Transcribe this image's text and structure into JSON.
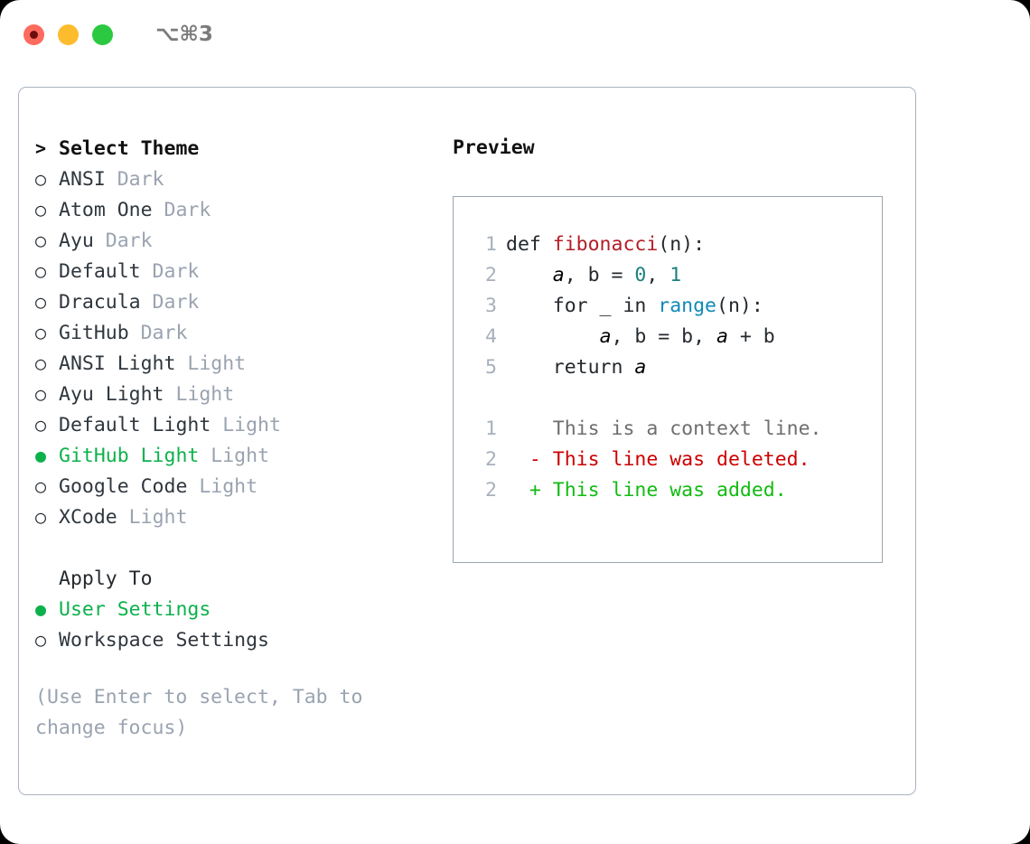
{
  "titlebar": {
    "shortcut": "⌥⌘3",
    "lights": [
      "close-red",
      "minimize-yellow",
      "maximize-green"
    ]
  },
  "theme_list": {
    "header_marker": ">",
    "header_label": "Select Theme",
    "marker_unselected": "○",
    "marker_selected": "●",
    "items": [
      {
        "name": "ANSI",
        "kind": "Dark",
        "selected": false
      },
      {
        "name": "Atom One",
        "kind": "Dark",
        "selected": false
      },
      {
        "name": "Ayu",
        "kind": "Dark",
        "selected": false
      },
      {
        "name": "Default",
        "kind": "Dark",
        "selected": false
      },
      {
        "name": "Dracula",
        "kind": "Dark",
        "selected": false
      },
      {
        "name": "GitHub",
        "kind": "Dark",
        "selected": false
      },
      {
        "name": "ANSI Light",
        "kind": "Light",
        "selected": false
      },
      {
        "name": "Ayu Light",
        "kind": "Light",
        "selected": false
      },
      {
        "name": "Default Light",
        "kind": "Light",
        "selected": false
      },
      {
        "name": "GitHub Light",
        "kind": "Light",
        "selected": true
      },
      {
        "name": "Google Code",
        "kind": "Light",
        "selected": false
      },
      {
        "name": "XCode",
        "kind": "Light",
        "selected": false
      }
    ]
  },
  "apply_to": {
    "header_label": "Apply To",
    "items": [
      {
        "name": "User Settings",
        "selected": true
      },
      {
        "name": "Workspace Settings",
        "selected": false
      }
    ]
  },
  "hint": "(Use Enter to select, Tab to change focus)",
  "preview": {
    "title": "Preview",
    "code_lines": [
      {
        "num": "1",
        "indent": "",
        "parts": [
          {
            "t": "def ",
            "c": "code-text"
          },
          {
            "t": "fibonacci",
            "c": "tok-fn"
          },
          {
            "t": "(n):",
            "c": "code-text"
          }
        ]
      },
      {
        "num": "2",
        "indent": "    ",
        "parts": [
          {
            "t": "a",
            "c": "tok-var"
          },
          {
            "t": ", ",
            "c": "code-text"
          },
          {
            "t": "b",
            "c": "code-text"
          },
          {
            "t": " = ",
            "c": "code-text"
          },
          {
            "t": "0",
            "c": "tok-num"
          },
          {
            "t": ", ",
            "c": "code-text"
          },
          {
            "t": "1",
            "c": "tok-num"
          }
        ]
      },
      {
        "num": "3",
        "indent": "    ",
        "parts": [
          {
            "t": "for _ in ",
            "c": "code-text"
          },
          {
            "t": "range",
            "c": "tok-call"
          },
          {
            "t": "(n):",
            "c": "code-text"
          }
        ]
      },
      {
        "num": "4",
        "indent": "        ",
        "parts": [
          {
            "t": "a",
            "c": "tok-var"
          },
          {
            "t": ", b = b, ",
            "c": "code-text"
          },
          {
            "t": "a",
            "c": "tok-var"
          },
          {
            "t": " + b",
            "c": "code-text"
          }
        ]
      },
      {
        "num": "5",
        "indent": "    ",
        "parts": [
          {
            "t": "return ",
            "c": "code-text"
          },
          {
            "t": "a",
            "c": "tok-var"
          }
        ]
      }
    ],
    "diff_lines": [
      {
        "num": "1",
        "sign": " ",
        "text": "This is a context line.",
        "cls": "diff-context"
      },
      {
        "num": "2",
        "sign": "-",
        "text": "This line was deleted.",
        "cls": "diff-del"
      },
      {
        "num": "2",
        "sign": "+",
        "text": "This line was added.",
        "cls": "diff-add"
      }
    ]
  },
  "colors": {
    "accent_green": "#0db14b",
    "diff_add": "#11bb11",
    "diff_del": "#cc0000",
    "muted": "#9aa3b0",
    "border": "#aab4c0",
    "syntax_function": "#b31d28",
    "syntax_number": "#1a7f7f",
    "syntax_call": "#1189b8"
  }
}
